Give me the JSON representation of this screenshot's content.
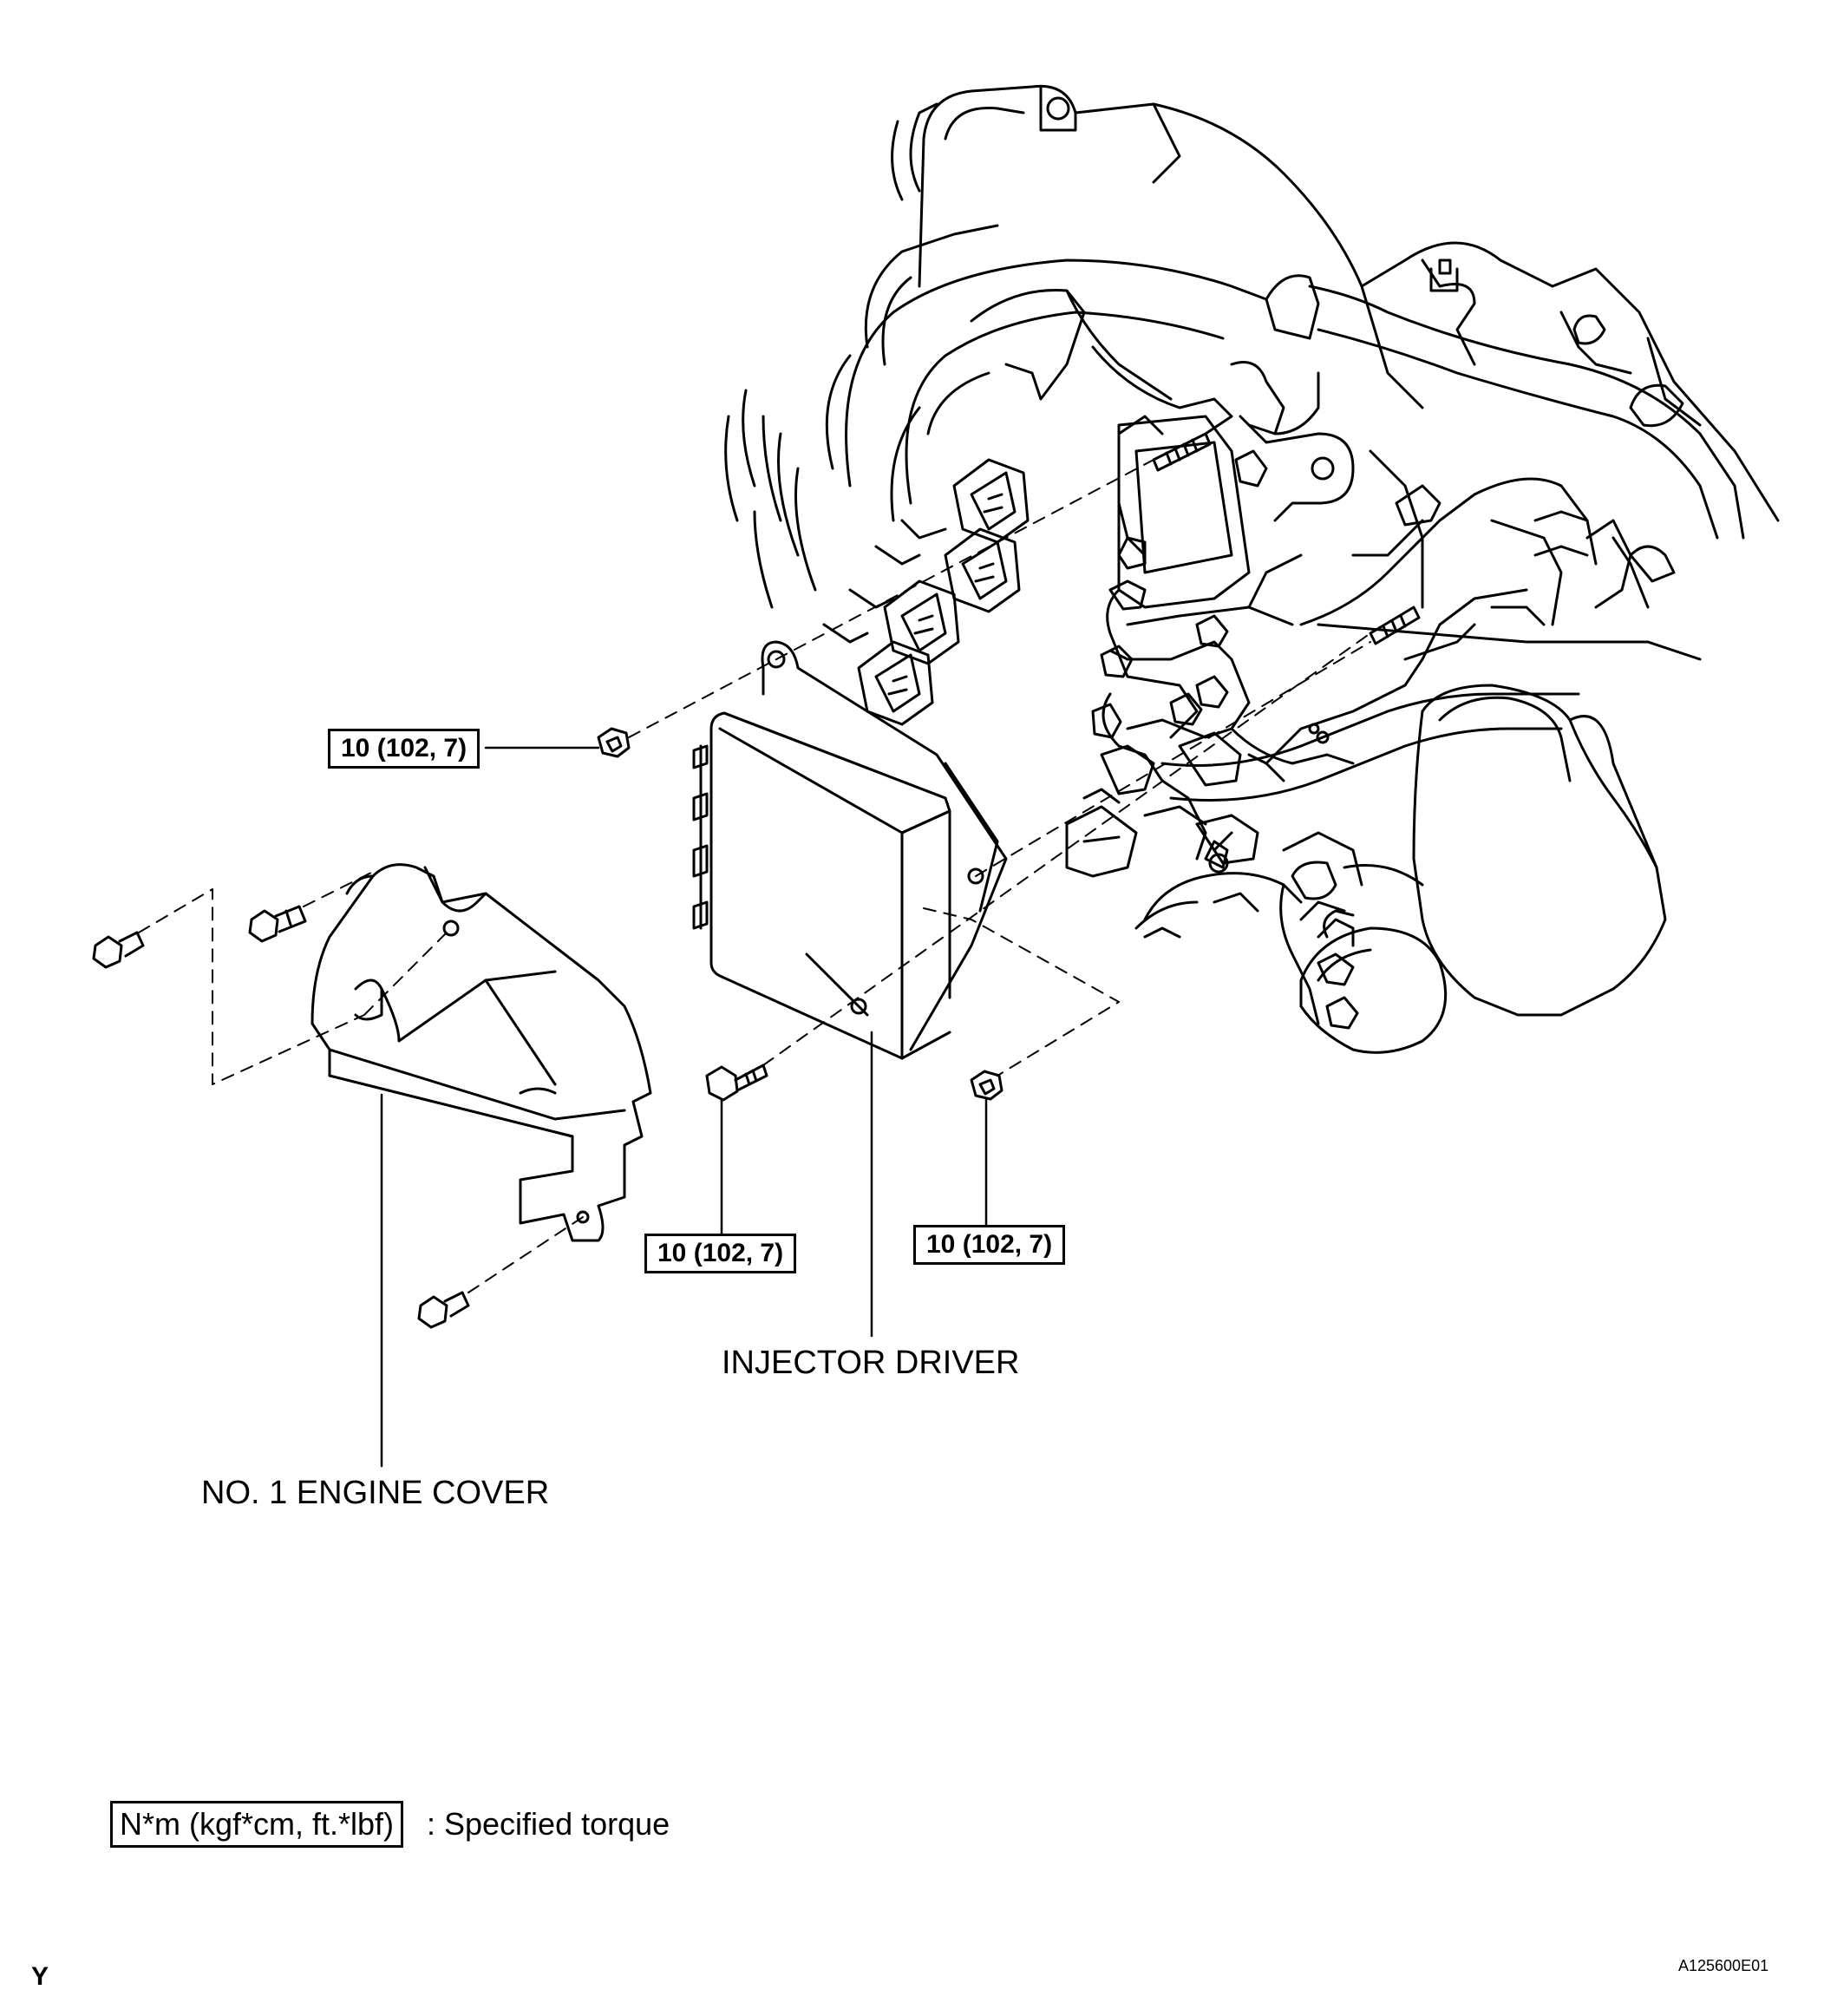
{
  "torque_labels": {
    "upper_nut": "10 (102, 7)",
    "lower_bolt": "10 (102, 7)",
    "lower_nut": "10 (102, 7)"
  },
  "part_labels": {
    "injector_driver": "INJECTOR DRIVER",
    "engine_cover": "NO. 1 ENGINE COVER"
  },
  "legend": {
    "unit": "N*m (kgf*cm, ft.*lbf)",
    "meaning": ": Specified torque"
  },
  "corner_mark": "Y",
  "figure_id": "A125600E01"
}
